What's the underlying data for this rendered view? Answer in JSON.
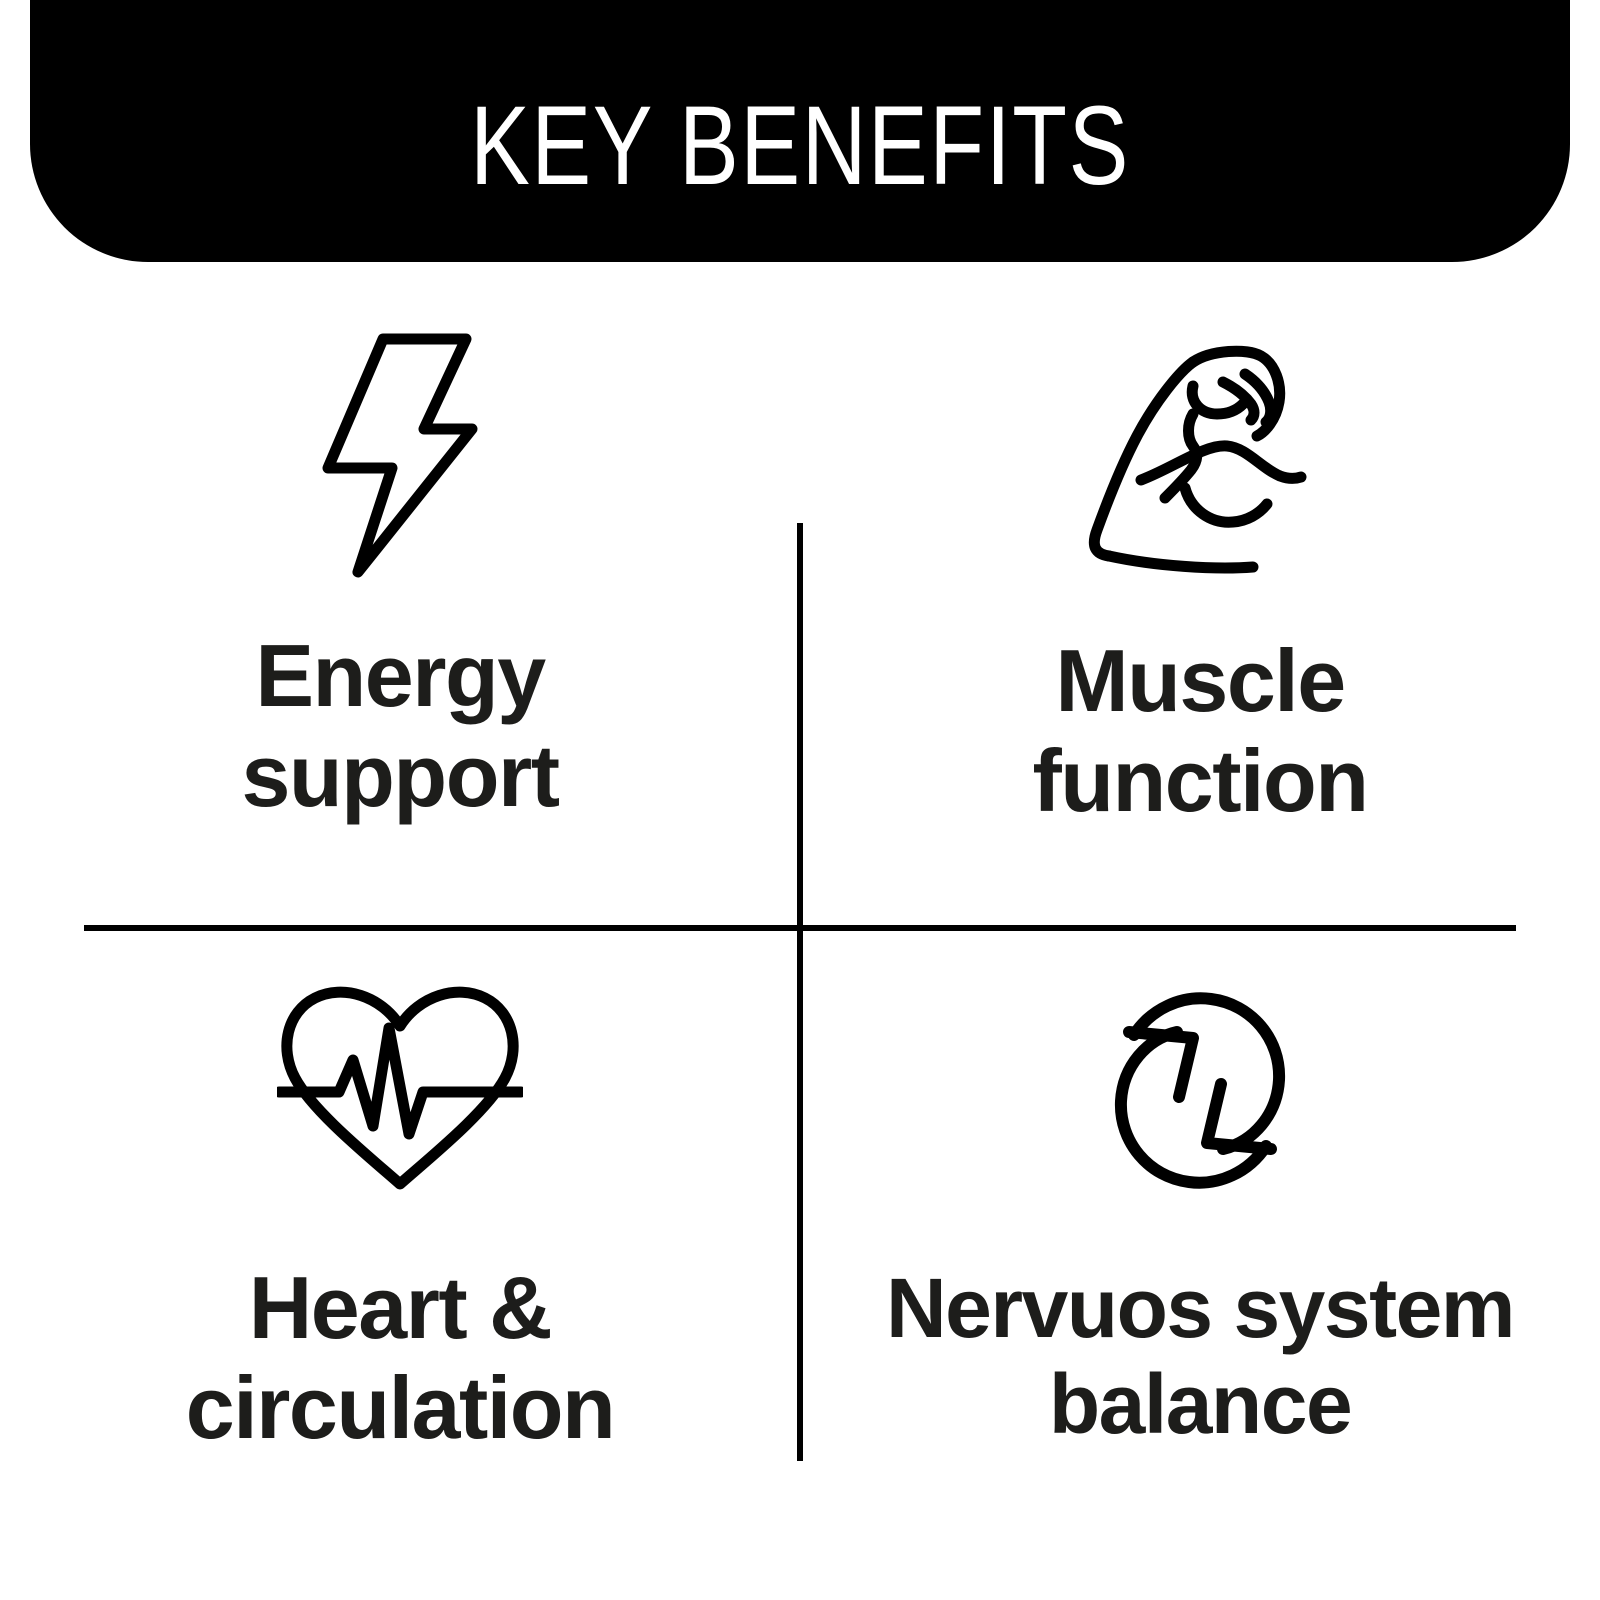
{
  "header": {
    "title": "KEY BENEFITS",
    "background_color": "#000000",
    "text_color": "#ffffff"
  },
  "theme": {
    "page_background": "#ffffff",
    "ink": "#000000",
    "label_color": "#1d1d1b",
    "divider_color": "#000000"
  },
  "benefits": [
    {
      "id": "energy-support",
      "icon": "lightning-bolt-icon",
      "label": "Energy\nsupport"
    },
    {
      "id": "muscle-function",
      "icon": "flexed-bicep-icon",
      "label": "Muscle\nfunction"
    },
    {
      "id": "heart-circulation",
      "icon": "heart-pulse-icon",
      "label": "Heart &\ncirculation"
    },
    {
      "id": "nervous-system-balance",
      "icon": "refresh-cycle-icon",
      "label": "Nervuos system\nbalance"
    }
  ]
}
